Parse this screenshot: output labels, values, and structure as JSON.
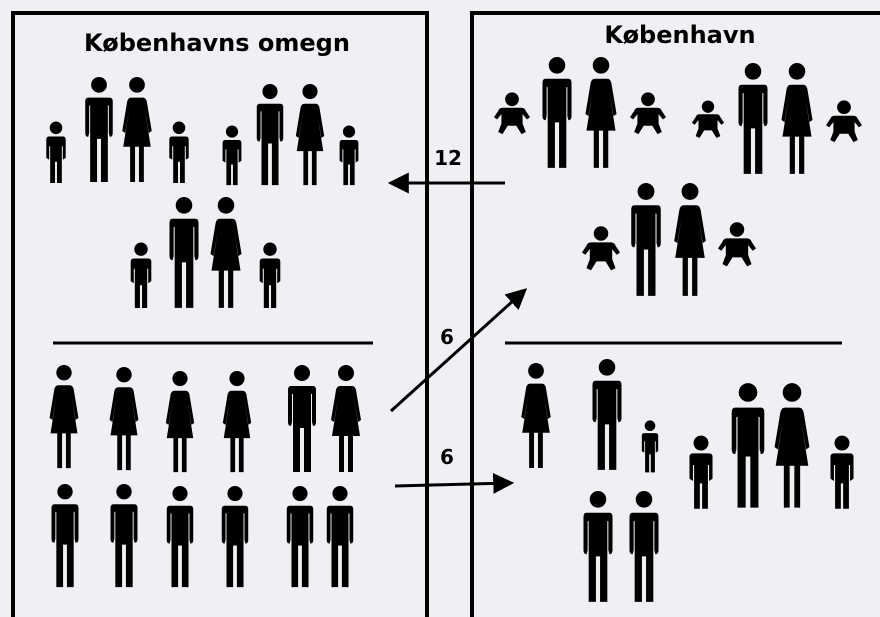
{
  "colors": {
    "background": "#eef0f3",
    "ink": "#000000"
  },
  "panels": {
    "left": {
      "title": "Københavns omegn"
    },
    "right": {
      "title": "København"
    }
  },
  "flows": {
    "to_suburbs": {
      "label": "12"
    },
    "to_city_families": {
      "label": "6"
    },
    "to_city_others": {
      "label": "6"
    }
  },
  "icons": {
    "left_families": [
      "family-icon",
      "family-icon",
      "family-icon"
    ],
    "left_singles_women": [
      "woman-icon",
      "woman-icon",
      "woman-icon",
      "woman-icon"
    ],
    "left_singles_men": [
      "man-icon",
      "man-icon",
      "man-icon",
      "man-icon"
    ],
    "left_couples": [
      "couple-icon",
      "couple-men-icon"
    ],
    "right_families_with_babies": [
      "family-with-babies-icon",
      "family-with-babies-icon",
      "family-with-babies-icon"
    ],
    "right_mixed": [
      "woman-icon",
      "father-with-child-icon",
      "family-icon",
      "couple-men-icon"
    ]
  }
}
